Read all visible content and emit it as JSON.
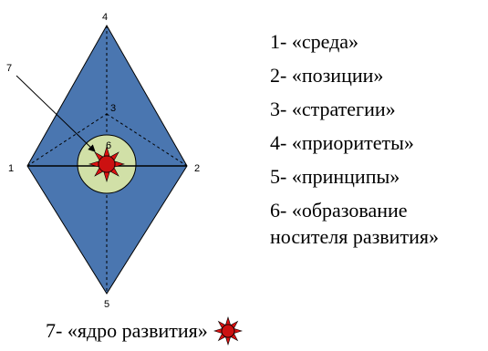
{
  "diagram": {
    "vertex_labels": {
      "v1": "1",
      "v2": "2",
      "v3": "3",
      "v4": "4",
      "v5": "5",
      "v6": "6",
      "v7": "7"
    },
    "colors": {
      "rhombus_fill": "#4a76b0",
      "outline": "#000000",
      "core_circle_fill": "#d1e0a7",
      "core_fill": "#cc1111",
      "core_ray_fill": "#dd1111"
    }
  },
  "legend": {
    "items": [
      "1- «среда»",
      "2- «позиции»",
      "3- «стратегии»",
      "4- «приоритеты»",
      "5- «принципы»",
      "6- «образование носителя развития»"
    ],
    "core_item": "7- «ядро развития»"
  }
}
